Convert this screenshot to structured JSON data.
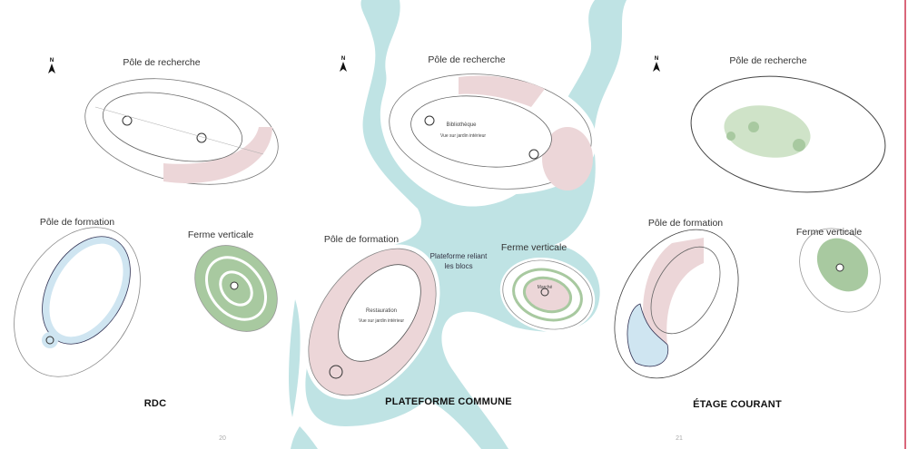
{
  "colors": {
    "river": "#bfe3e4",
    "pink": "#ecd6d8",
    "green": "#a8c9a0",
    "blue": "#cfe5f1",
    "edge": "#d9667a"
  },
  "pages": [
    {
      "page_number": "20",
      "section_title": "RDC",
      "labels": {
        "research": "Pôle de recherche",
        "training": "Pôle de formation",
        "farm": "Ferme verticale"
      }
    },
    {
      "section_title": "PLATEFORME COMMUNE",
      "labels": {
        "research": "Pôle de recherche",
        "training": "Pôle de formation",
        "farm": "Ferme verticale",
        "platform": "Plateforme reliant les blocs"
      },
      "plan_labels": {
        "library": "Bibliothèque",
        "garden_view": "Vue sur jardin intérieur",
        "restaurant": "Restauration",
        "market": "Marché"
      }
    },
    {
      "page_number": "21",
      "section_title": "ÉTAGE COURANT",
      "labels": {
        "research": "Pôle de recherche",
        "training": "Pôle de formation",
        "farm": "Ferme verticale"
      }
    }
  ],
  "icons": {
    "north": "north-arrow-icon"
  },
  "north_label": "N"
}
